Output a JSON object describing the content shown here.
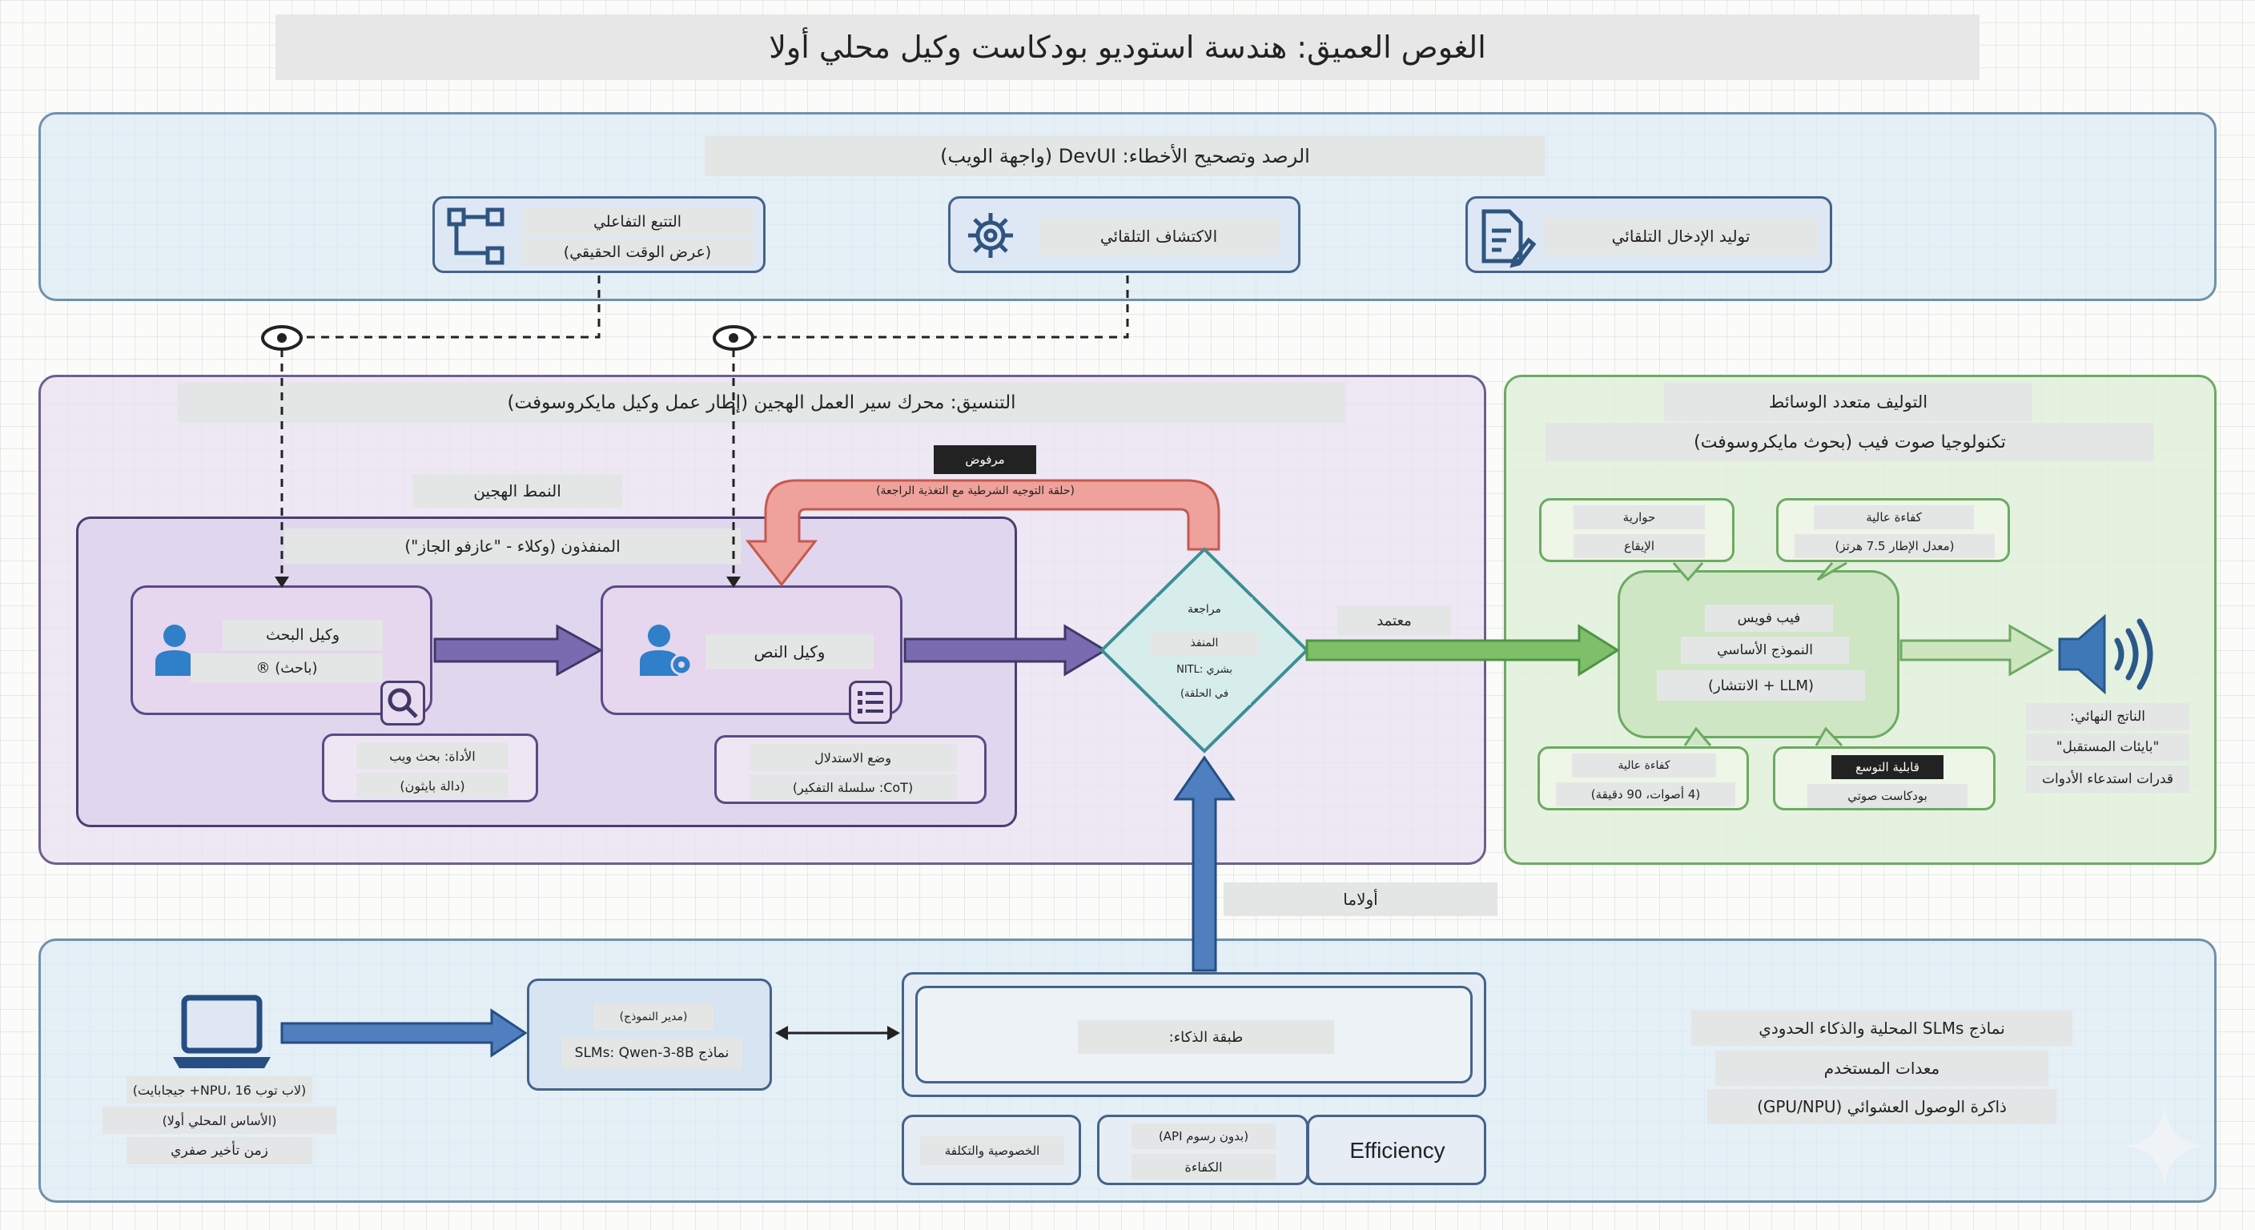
{
  "title": "الغوص العميق: هندسة استوديو بودكاست وكيل محلي أولا",
  "devui": {
    "title": "الرصد وتصحيح الأخطاء: DevUI (واجهة الويب)",
    "tracing": {
      "line1": "التتبع التفاعلي",
      "line2": "(عرض الوقت الحقيقي)"
    },
    "discovery": "الاكتشاف التلقائي",
    "input_gen": "توليد الإدخال التلقائي"
  },
  "orchestration": {
    "title": "التنسيق: محرك سير العمل الهجين (إطار عمل وكيل مايكروسوفت)",
    "hybrid_mode": "النمط الهجين",
    "executors": "المنفذون (وكلاء - \"عازفو الجاز\")",
    "rejected_badge": "مرفوض",
    "feedback_loop": "(حلقة التوجيه الشرطية مع التغذية الراجعة)",
    "search_agent": {
      "line1": "وكيل البحث",
      "line2": "(باحث) ®"
    },
    "script_agent": "وكيل النص",
    "tool_box": {
      "line1": "الأداة: بحث ويب",
      "line2": "(دالة بايثون)"
    },
    "reasoning_box": {
      "line1": "وضع الاستدلال",
      "line2": "(CoT: سلسلة التفكير)"
    },
    "review": {
      "line1": "مراجعة",
      "line2": "المنفذ",
      "line3": "بشري :NITL",
      "line4": "في الحلقة)"
    },
    "approved": "معتمد"
  },
  "multimodal": {
    "title": "التوليف متعدد الوسائط",
    "subtitle": "تكنولوجيا صوت فيب (بحوث مايكروسوفت)",
    "dialogue": {
      "line1": "حوارية",
      "line2": "الإيقاع"
    },
    "efficiency_top": {
      "line1": "كفاءة عالية",
      "line2": "(معدل الإطار 7.5 هرتز)"
    },
    "core": {
      "line1": "فيب فويس",
      "line2": "النموذج الأساسي",
      "line3": "(LLM + الانتشار)"
    },
    "efficiency_bottom": {
      "line1": "كفاءة عالية",
      "line2": "(4 أصوات، 90 دقيقة)"
    },
    "scalability": {
      "line1": "قابلية التوسع",
      "line2": "بودكاست صوتي"
    },
    "final_output": {
      "line1": "الناتج النهائي:",
      "line2": "\"بايئات المستقبل\"",
      "line3": "قدرات استدعاء الأدوات"
    }
  },
  "local": {
    "first_label": "أولاما",
    "laptop": {
      "line1": "(لاب توب NPU، 16+ جيجابايت)",
      "line2": "(الأساس المحلي أولا)",
      "line3": "زمن تأخير صفري"
    },
    "model_manager": {
      "line1": "(مدير النموذج)",
      "line2": "نماذج SLMs: Qwen-3-8B"
    },
    "intelligence": "طبقة الذكاء:",
    "privacy": "الخصوصية والتكلفة",
    "efficiency_ar": {
      "line1": "(بدون رسوم API)",
      "line2": "الكفاءة"
    },
    "efficiency_en": "Efficiency",
    "right": {
      "line1": "نماذج SLMs المحلية والذكاء الحدودي",
      "line2": "معدات المستخدم",
      "line3": "ذاكرة الوصول العشوائي (GPU/NPU)"
    }
  }
}
